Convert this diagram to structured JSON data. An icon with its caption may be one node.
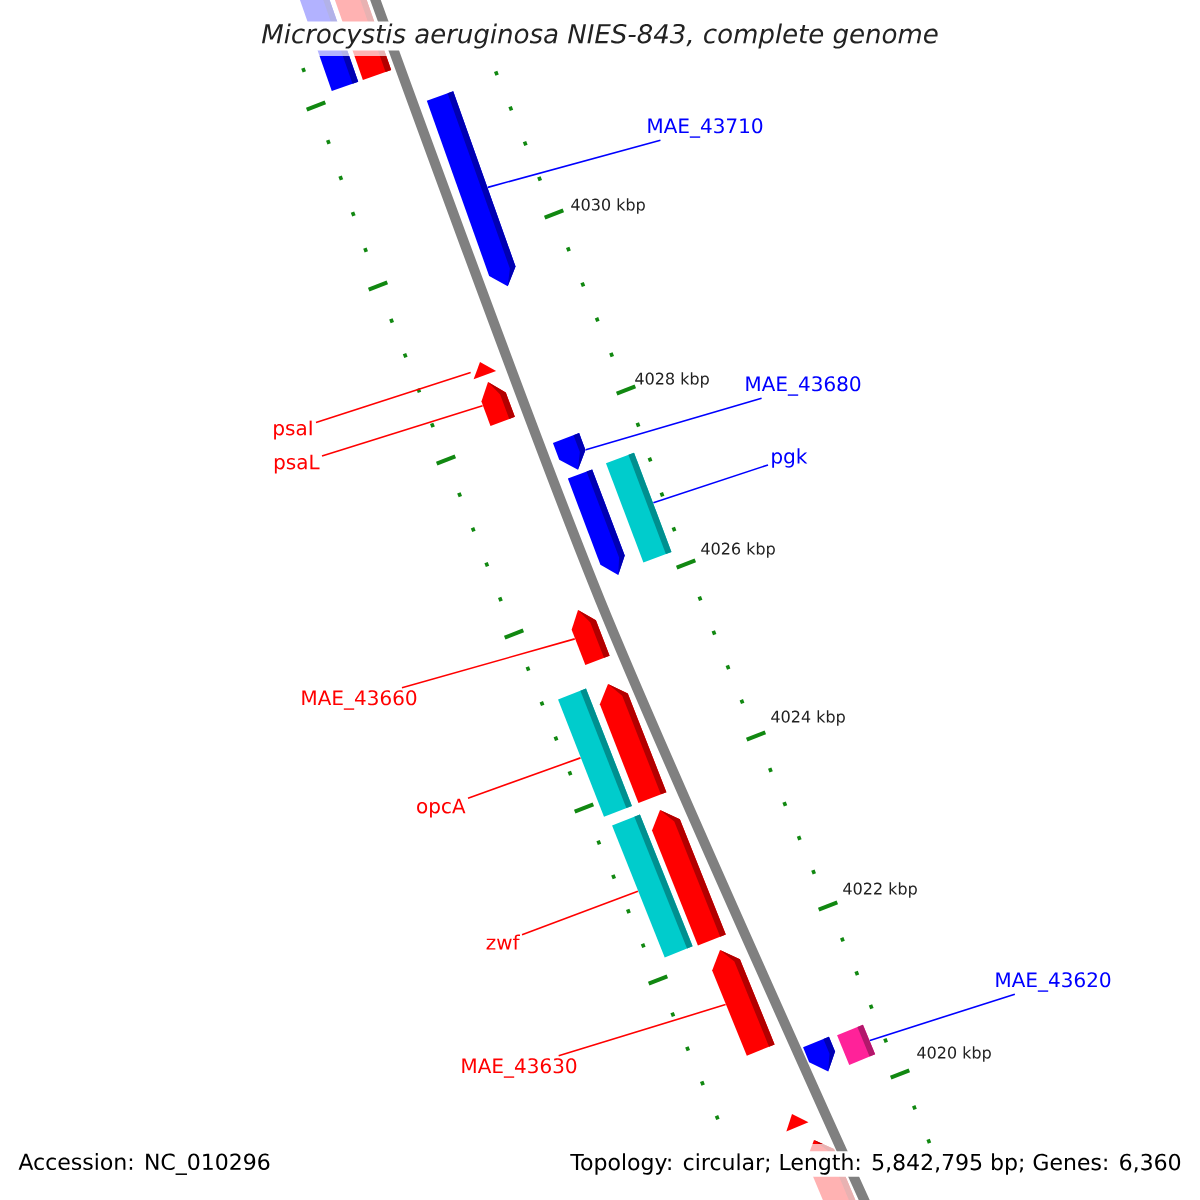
{
  "diagram": {
    "title": "Microcystis aeruginosa NIES-843, complete genome",
    "nodes": [
      {
        "text": [
          "MAE_43710"
        ]
      },
      {
        "text": [
          "MAE_43680"
        ]
      },
      {
        "text": [
          "pgk"
        ]
      },
      {
        "text": [
          "psaI"
        ]
      },
      {
        "text": [
          "psaL"
        ]
      },
      {
        "text": [
          "MAE_43660"
        ]
      },
      {
        "text": [
          "opcA"
        ]
      },
      {
        "text": [
          "zwf"
        ]
      },
      {
        "text": [
          "MAE_43630"
        ]
      },
      {
        "text": [
          "MAE_43620"
        ]
      },
      {
        "text": [],
        "shape": "box"
      },
      {
        "text": [],
        "shape": "box"
      },
      {
        "text": [],
        "shape": "arrow"
      },
      {
        "text": [],
        "shape": "triangle"
      },
      {
        "text": [],
        "shape": "arrow"
      },
      {
        "text": [],
        "shape": "arrow"
      },
      {
        "text": [],
        "shape": "arrow"
      },
      {
        "text": [],
        "shape": "box"
      },
      {
        "text": [],
        "shape": "arrow"
      },
      {
        "text": [],
        "shape": "arrow"
      },
      {
        "text": [],
        "shape": "box"
      },
      {
        "text": [],
        "shape": "arrow"
      },
      {
        "text": [],
        "shape": "box"
      },
      {
        "text": [],
        "shape": "arrow"
      },
      {
        "text": [],
        "shape": "box"
      },
      {
        "text": [],
        "shape": "arrow"
      },
      {
        "text": [],
        "shape": "triangle"
      },
      {
        "text": [],
        "shape": "arrow"
      }
    ],
    "edges": [
      {
        "from": 0,
        "to": 12,
        "arrow": "none",
        "color": "#0000ff"
      },
      {
        "from": 1,
        "to": 15,
        "arrow": "none",
        "color": "#0000ff"
      },
      {
        "from": 2,
        "to": 17,
        "arrow": "none",
        "color": "#0000ff"
      },
      {
        "from": 3,
        "to": 13,
        "arrow": "none"
      },
      {
        "from": 4,
        "to": 14,
        "arrow": "none"
      },
      {
        "from": 5,
        "to": 18,
        "arrow": "none"
      },
      {
        "from": 6,
        "to": 20,
        "arrow": "none"
      },
      {
        "from": 7,
        "to": 22,
        "arrow": "none"
      },
      {
        "from": 8,
        "to": 23,
        "arrow": "none"
      },
      {
        "from": 9,
        "to": 24,
        "arrow": "none",
        "color": "#0000ff"
      }
    ],
    "labels": [
      "4030 kbp",
      "4028 kbp",
      "4026 kbp",
      "4024 kbp",
      "4022 kbp",
      "4020 kbp",
      "Accession: NC_010296",
      "Topology: circular; Length: 5,842,795 bp; Genes: 6,360"
    ]
  }
}
